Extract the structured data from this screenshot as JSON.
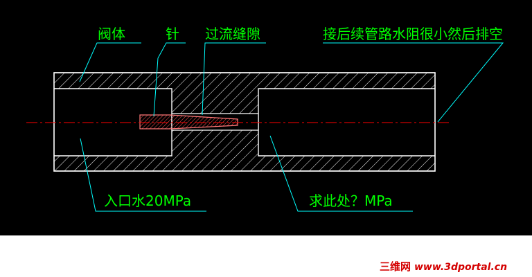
{
  "labels": {
    "valve_body": "阀体",
    "needle": "针",
    "flow_gap": "过流缝隙",
    "downstream_note": "接后续管路水阻很小然后排空",
    "inlet": "入口水20MPa",
    "query": "求此处？MPa"
  },
  "watermark": {
    "cn": "三维网",
    "url": "www.3dportal.cn"
  },
  "colors": {
    "background": "#000000",
    "page": "#ffffff",
    "outline": "#ffffff",
    "leader": "#00ffff",
    "text": "#00ff00",
    "centerline": "#ff0000",
    "needle_hatch": "#ff5555",
    "watermark": "#d40000"
  }
}
